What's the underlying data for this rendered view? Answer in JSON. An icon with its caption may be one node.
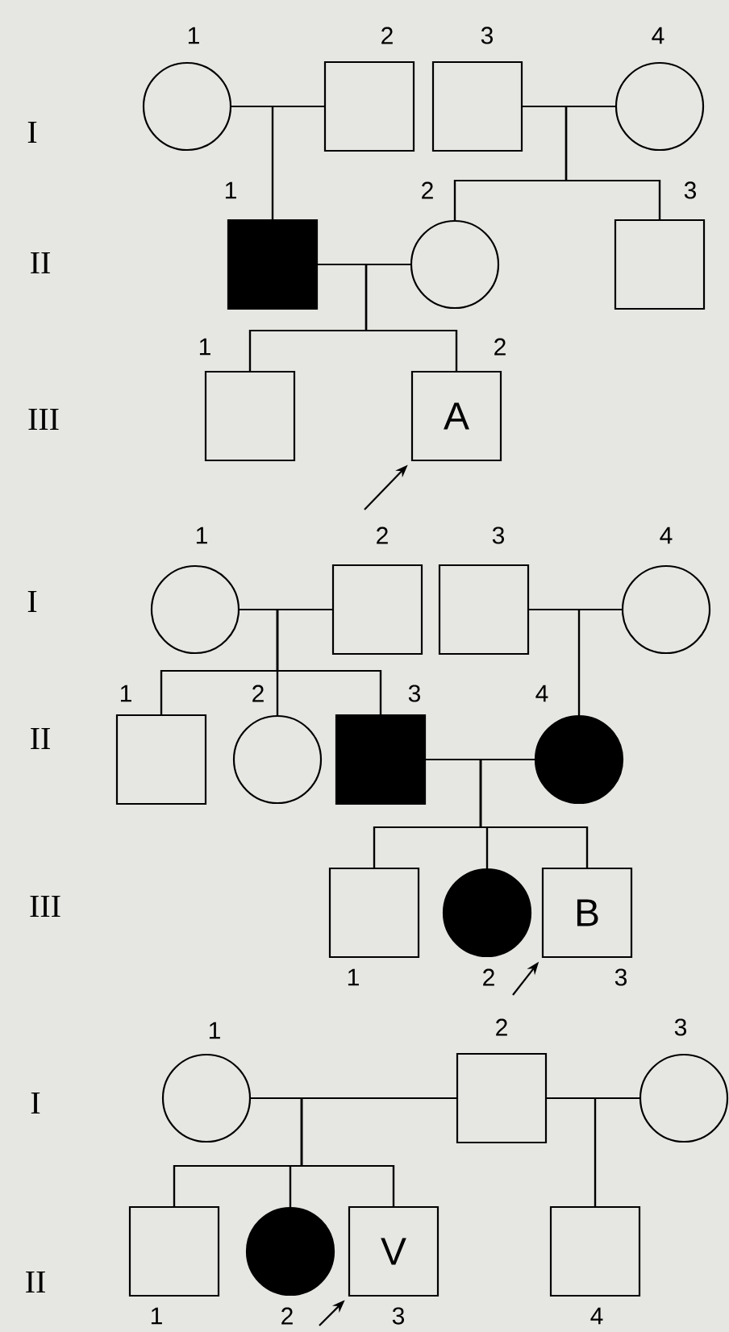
{
  "diagram": {
    "nodes": [
      {
        "text": [],
        "shape": "circle",
        "beside": [
          "1"
        ]
      },
      {
        "text": [],
        "shape": "box",
        "beside": [
          "2"
        ]
      },
      {
        "text": [],
        "shape": "box",
        "beside": [
          "3"
        ]
      },
      {
        "text": [],
        "shape": "circle",
        "beside": [
          "4"
        ]
      },
      {
        "text": [],
        "shape": "filled-box",
        "beside": [
          "1"
        ]
      },
      {
        "text": [],
        "shape": "circle",
        "beside": [
          "2"
        ]
      },
      {
        "text": [],
        "shape": "box",
        "beside": [
          "3"
        ]
      },
      {
        "text": [],
        "shape": "box",
        "beside": [
          "1"
        ]
      },
      {
        "text": [
          "A"
        ],
        "beside": [
          "2"
        ]
      },
      {
        "text": [],
        "shape": "circle",
        "beside": [
          "1"
        ]
      },
      {
        "text": [],
        "shape": "box",
        "beside": [
          "2"
        ]
      },
      {
        "text": [],
        "shape": "box",
        "beside": [
          "3"
        ]
      },
      {
        "text": [],
        "shape": "circle",
        "beside": [
          "4"
        ]
      },
      {
        "text": [],
        "shape": "box",
        "beside": [
          "1"
        ]
      },
      {
        "text": [],
        "shape": "circle",
        "beside": [
          "2"
        ]
      },
      {
        "text": [],
        "shape": "filled-box",
        "beside": [
          "3"
        ]
      },
      {
        "text": [],
        "shape": "filled-circle",
        "beside": [
          "4"
        ]
      },
      {
        "text": [],
        "shape": "box",
        "beside": [
          "1"
        ]
      },
      {
        "text": [],
        "shape": "filled-circle",
        "beside": [
          "2"
        ]
      },
      {
        "text": [
          "B"
        ],
        "beside": [
          "3"
        ]
      },
      {
        "text": [],
        "shape": "circle",
        "beside": [
          "1"
        ]
      },
      {
        "text": [],
        "shape": "box",
        "beside": [
          "2"
        ]
      },
      {
        "text": [],
        "shape": "circle",
        "beside": [
          "3"
        ]
      },
      {
        "text": [],
        "shape": "box",
        "beside": [
          "1"
        ]
      },
      {
        "text": [],
        "shape": "filled-circle",
        "beside": [
          "2"
        ]
      },
      {
        "text": [
          "V"
        ],
        "beside": [
          "3"
        ]
      },
      {
        "text": [],
        "shape": "box",
        "beside": [
          "4"
        ]
      }
    ],
    "edges": [
      {
        "from": 0,
        "to": 1,
        "arrow": "none"
      },
      {
        "from": 2,
        "to": 3,
        "arrow": "none"
      },
      {
        "from": 0,
        "to": 4,
        "arrow": "none"
      },
      {
        "from": 1,
        "to": 4,
        "arrow": "none"
      },
      {
        "from": 2,
        "to": 5,
        "arrow": "none"
      },
      {
        "from": 3,
        "to": 5,
        "arrow": "none"
      },
      {
        "from": 2,
        "to": 6,
        "arrow": "none"
      },
      {
        "from": 3,
        "to": 6,
        "arrow": "none"
      },
      {
        "from": 4,
        "to": 5,
        "arrow": "none"
      },
      {
        "from": 4,
        "to": 7,
        "arrow": "none"
      },
      {
        "from": 5,
        "to": 7,
        "arrow": "none"
      },
      {
        "from": 4,
        "to": 8,
        "arrow": "none"
      },
      {
        "from": 5,
        "to": 8,
        "arrow": "none"
      },
      {
        "from": null,
        "to": 8,
        "arrow": "to"
      },
      {
        "from": 9,
        "to": 10,
        "arrow": "none"
      },
      {
        "from": 11,
        "to": 12,
        "arrow": "none"
      },
      {
        "from": 9,
        "to": 13,
        "arrow": "none"
      },
      {
        "from": 10,
        "to": 13,
        "arrow": "none"
      },
      {
        "from": 9,
        "to": 14,
        "arrow": "none"
      },
      {
        "from": 10,
        "to": 14,
        "arrow": "none"
      },
      {
        "from": 9,
        "to": 15,
        "arrow": "none"
      },
      {
        "from": 10,
        "to": 15,
        "arrow": "none"
      },
      {
        "from": 11,
        "to": 16,
        "arrow": "none"
      },
      {
        "from": 12,
        "to": 16,
        "arrow": "none"
      },
      {
        "from": 15,
        "to": 16,
        "arrow": "none"
      },
      {
        "from": 15,
        "to": 17,
        "arrow": "none"
      },
      {
        "from": 16,
        "to": 17,
        "arrow": "none"
      },
      {
        "from": 15,
        "to": 18,
        "arrow": "none"
      },
      {
        "from": 16,
        "to": 18,
        "arrow": "none"
      },
      {
        "from": 15,
        "to": 19,
        "arrow": "none"
      },
      {
        "from": 16,
        "to": 19,
        "arrow": "none"
      },
      {
        "from": null,
        "to": 19,
        "arrow": "to"
      },
      {
        "from": 20,
        "to": 21,
        "arrow": "none"
      },
      {
        "from": 21,
        "to": 22,
        "arrow": "none"
      },
      {
        "from": 20,
        "to": 23,
        "arrow": "none"
      },
      {
        "from": 21,
        "to": 23,
        "arrow": "none"
      },
      {
        "from": 20,
        "to": 24,
        "arrow": "none"
      },
      {
        "from": 21,
        "to": 24,
        "arrow": "none"
      },
      {
        "from": 20,
        "to": 25,
        "arrow": "none"
      },
      {
        "from": 21,
        "to": 25,
        "arrow": "none"
      },
      {
        "from": 21,
        "to": 26,
        "arrow": "none"
      },
      {
        "from": 22,
        "to": 26,
        "arrow": "none"
      },
      {
        "from": null,
        "to": 25,
        "arrow": "to"
      }
    ],
    "labels": [
      "I",
      "II",
      "III",
      "I",
      "II",
      "III",
      "I",
      "II"
    ]
  }
}
